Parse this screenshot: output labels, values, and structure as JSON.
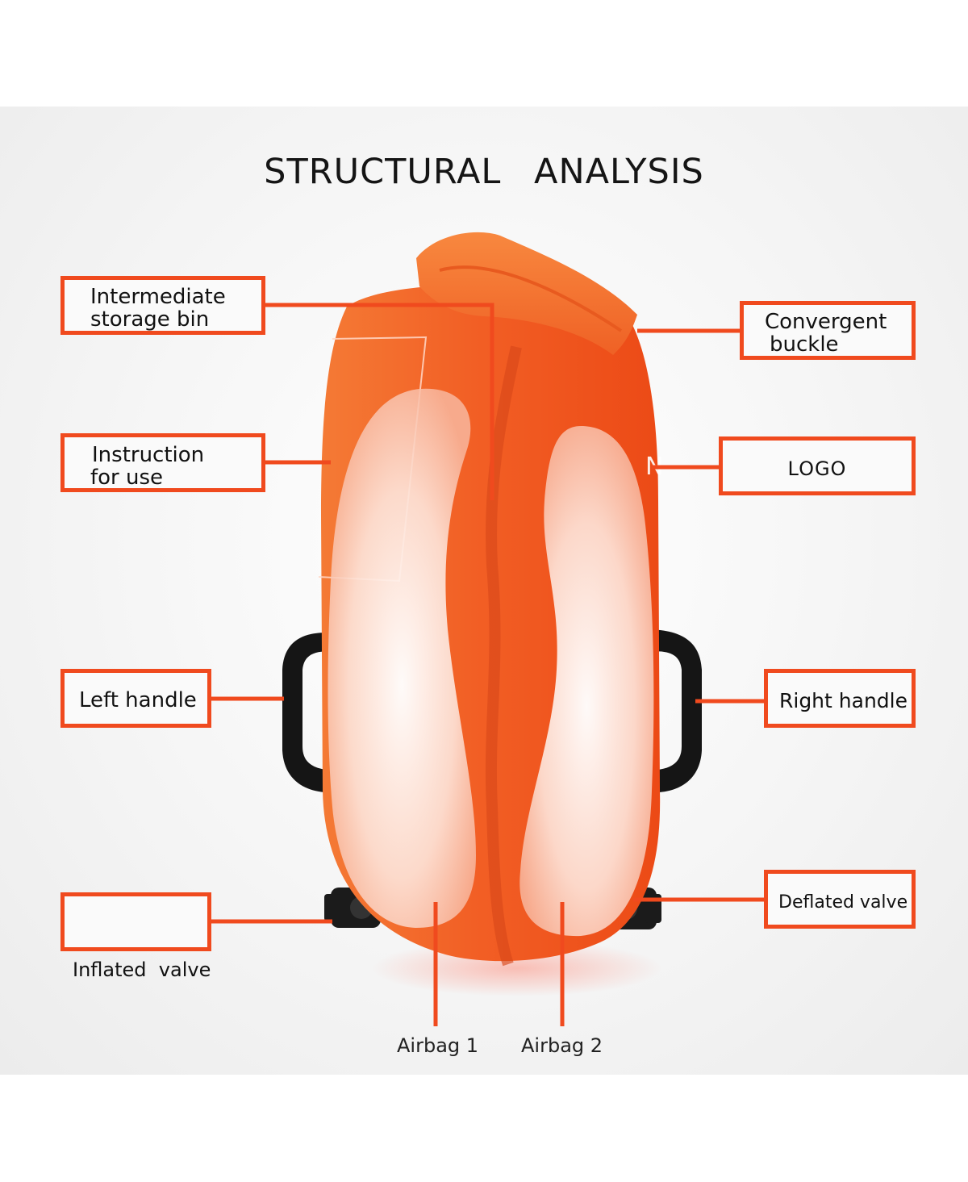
{
  "title": "STRUCTURAL   ANALYSIS",
  "callouts": {
    "intermediate": [
      "Intermediate",
      "storage bin"
    ],
    "instruction": [
      "Instruction",
      "for use"
    ],
    "left_handle": "Left handle",
    "inflated_valve": "Inflated  valve",
    "convergent": [
      "Convergent",
      "buckle"
    ],
    "logo": "LOGO",
    "right_handle": "Right handle",
    "deflated_valve": "Deflated valve"
  },
  "bottom_labels": {
    "airbag1": "Airbag 1",
    "airbag2": "Airbag 2"
  },
  "colors": {
    "accent": "#f04a1e",
    "bag": "#f25a22",
    "handle": "#151515",
    "background": "#ffffff"
  }
}
